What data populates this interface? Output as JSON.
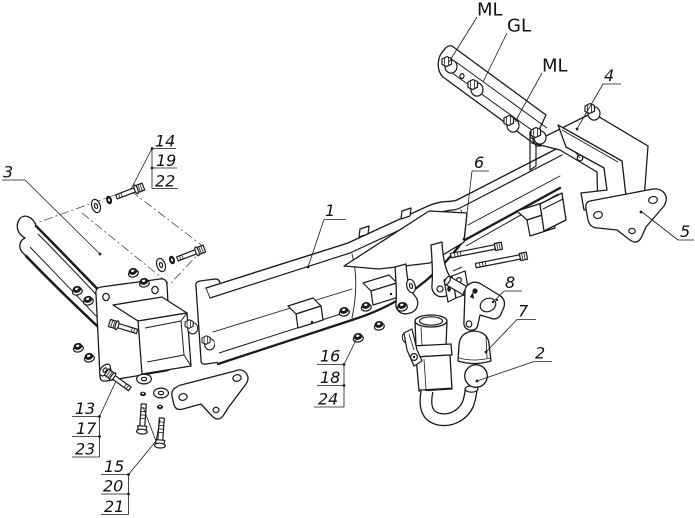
{
  "drawing": {
    "subject": "Towbar hitch exploded-view assembly diagram",
    "background_color": "#ffffff",
    "line_color": "#1a1a1a"
  },
  "callouts": {
    "ml_top": "ML",
    "gl": "GL",
    "ml_mid": "ML",
    "part_1": "1",
    "part_2": "2",
    "part_3": "3",
    "part_4": "4",
    "part_5": "5",
    "part_6": "6",
    "part_7": "7",
    "part_8": "8"
  },
  "fastener_stacks": {
    "upper_left": [
      "14",
      "19",
      "22"
    ],
    "lower_left": [
      "13",
      "17",
      "23"
    ],
    "bottom_center": [
      "15",
      "20",
      "21"
    ],
    "center_right": [
      "16",
      "18",
      "24"
    ]
  }
}
